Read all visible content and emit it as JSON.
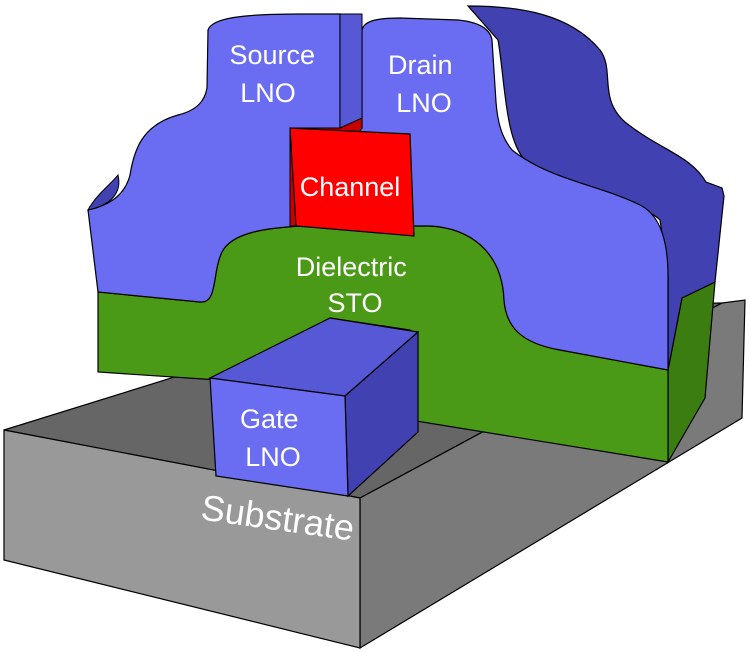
{
  "diagram": {
    "labels": {
      "source": [
        "Source",
        "LNO"
      ],
      "drain": [
        "Drain",
        "LNO"
      ],
      "channel": "Channel",
      "dielectric": [
        "Dielectric",
        "STO"
      ],
      "gate": [
        "Gate",
        "LNO"
      ],
      "substrate": "Substrate"
    },
    "colors": {
      "substrate_top": "#666666",
      "substrate_front": "#999999",
      "substrate_side": "#7a7a7a",
      "dielectric_front": "#4a9a18",
      "dielectric_side": "#3b7d10",
      "lno_front": "#6a6cf2",
      "lno_side": "#4141b2",
      "lno_top": "#5658d6",
      "channel_front": "#ff0000",
      "channel_side": "#c70000",
      "outline": "#000000"
    }
  }
}
